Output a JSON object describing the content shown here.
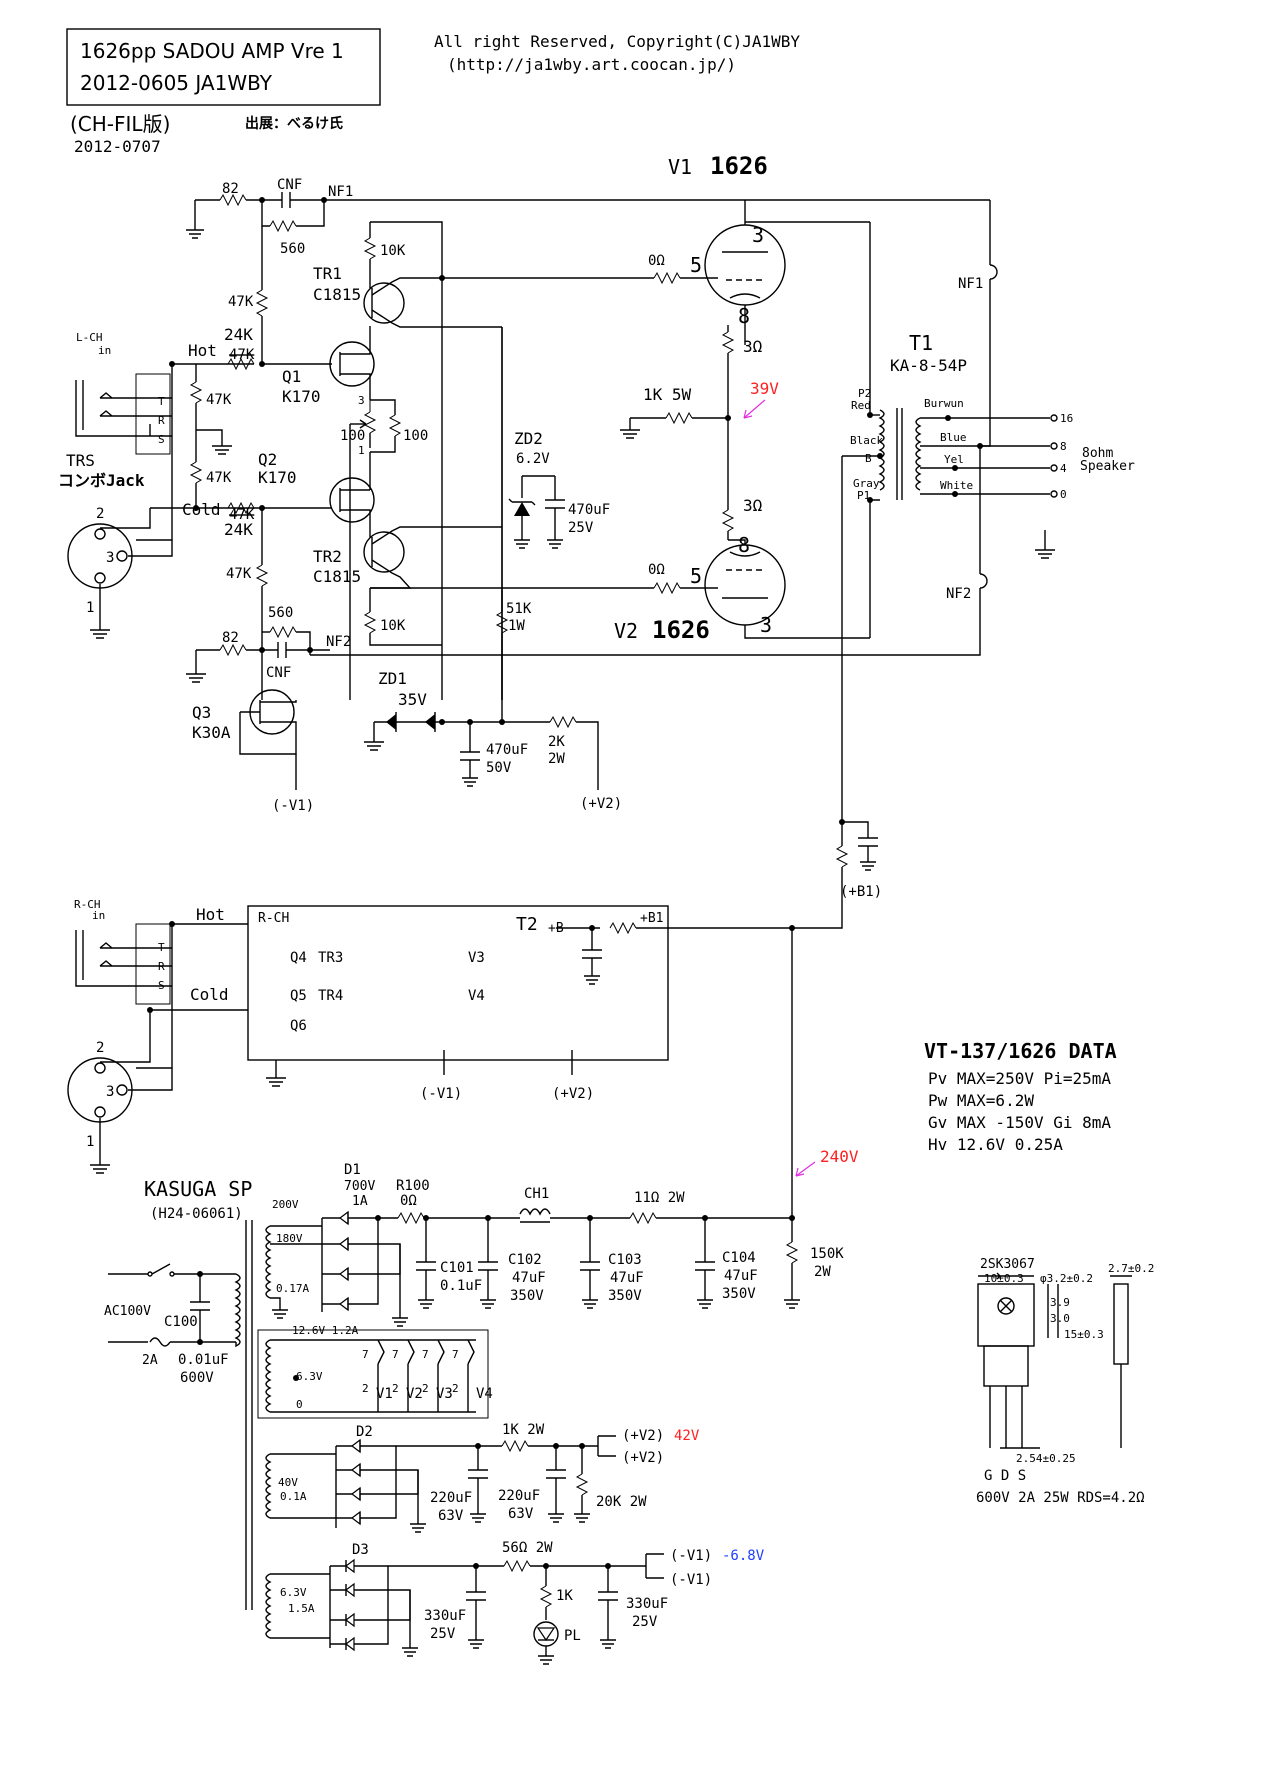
{
  "header": {
    "title_line1": "1626pp SADOU AMP Vre 1",
    "title_line2": "2012-0605 JA1WBY",
    "copyright": "All right Reserved, Copyright(C)JA1WBY",
    "url": "(http://ja1wby.art.coocan.jp/)",
    "variant": "(CH-FIL版)",
    "variant_date": "2012-0707",
    "exhibitor": "出展：べるけ氏"
  },
  "tubes": {
    "v1_label": "V1",
    "v1_type": "1626",
    "v2_label": "V2",
    "v2_type": "1626",
    "pin_plate": "3",
    "pin_grid": "5",
    "pin_cathode": "8"
  },
  "labels": {
    "r82a": "82",
    "cnf_a": "CNF",
    "nf1": "NF1",
    "r560a": "560",
    "r10k_a": "10K",
    "tr1": "TR1",
    "tr1_type": "C1815",
    "r0a": "0Ω",
    "r47k_a": "47K",
    "r24k_a": "24K",
    "r47k_strike_a": "47K",
    "hot": "Hot",
    "lch_in": "L-CH",
    "in_a": "in",
    "q1": "Q1",
    "q1_type": "K170",
    "r47k_b": "47K",
    "r100a": "100",
    "r100b": "100",
    "pin3": "3",
    "pin1": "1",
    "r47k_c": "47K",
    "q2": "Q2",
    "q2_type": "K170",
    "trs_a": "TRS",
    "combo_jack": "コンボJack",
    "cold": "Cold",
    "r47k_strike_b": "47K",
    "r24k_b": "24K",
    "tr2": "TR2",
    "tr2_type": "C1815",
    "r47k_d": "47K",
    "r10k_b": "10K",
    "r560b": "560",
    "r82b": "82",
    "nf2_a": "NF2",
    "cnf_b": "CNF",
    "q3": "Q3",
    "q3_type": "K30A",
    "zd1": "ZD1",
    "zd1_v": "35V",
    "c470_50": "470uF",
    "c470_50v": "50V",
    "r2k": "2K",
    "r2k_w": "2W",
    "mv1_a": "(-V1)",
    "pv2_a": "(+V2)",
    "zd2": "ZD2",
    "zd2_v": "6.2V",
    "c470_25": "470uF",
    "c470_25v": "25V",
    "r51k": "51K",
    "r51k_w": "1W",
    "r3a": "3Ω",
    "r3b": "3Ω",
    "r1k5w": "1K 5W",
    "v39": "39V",
    "r0b": "0Ω",
    "t1": "T1",
    "t1_type": "KA-8-54P",
    "p2": "P2",
    "red": "Red",
    "black": "Black",
    "b": "B",
    "gray": "Gray",
    "p1": "P1",
    "burwun": "Burwun",
    "blue": "Blue",
    "yel": "Yel",
    "white": "White",
    "tap16": "16",
    "tap8": "8",
    "tap4": "4",
    "tap0": "0",
    "speaker1": "8ohm",
    "speaker2": "Speaker",
    "nf1_b": "NF1",
    "nf2_b": "NF2",
    "pb1": "(+B1)",
    "rch_in": "R-CH",
    "in_b": "in",
    "hot_b": "Hot",
    "cold_b": "Cold",
    "t": "T",
    "r": "R",
    "s": "S",
    "jpin2": "2",
    "jpin3": "3",
    "jpin1": "1",
    "rch_box": "R-CH",
    "q4": "Q4",
    "tr3": "TR3",
    "q5": "Q5",
    "tr4": "TR4",
    "q6": "Q6",
    "v3": "V3",
    "v4": "V4",
    "t2": "T2",
    "pb": "+B",
    "pb1b": "+B1",
    "mv1_b": "(-V1)",
    "pv2_b": "(+V2)",
    "v240": "240V",
    "kasuga": "KASUGA SP",
    "kasuga_model": "(H24-06061)",
    "ac100": "AC100V",
    "fuse": "2A",
    "c100": "C100",
    "c100v": "0.01uF",
    "c100w": "600V",
    "v200": "200V",
    "v180": "180V",
    "a017": "0.17A",
    "d1": "D1",
    "d1_v": "700V",
    "d1_a": "1A",
    "r100": "R100",
    "r100v": "0Ω",
    "ch1": "CH1",
    "r11": "11Ω 2W",
    "c101": "C101",
    "c101v": "0.1uF",
    "c102": "C102",
    "c102v": "47uF",
    "c102w": "350V",
    "c103": "C103",
    "c103v": "47uF",
    "c103w": "350V",
    "c104": "C104",
    "c104v": "47uF",
    "c104w": "350V",
    "r150k": "150K",
    "r150k_w": "2W",
    "fil_v": "12.6V 1.2A",
    "fil_ct": "6.3V",
    "fil_0": "0",
    "fv1": "V1",
    "fv2": "V2",
    "fv3": "V3",
    "fv4": "V4",
    "p7": "7",
    "p2b": "2",
    "d2": "D2",
    "v40": "40V",
    "a01": "0.1A",
    "r1k2w": "1K 2W",
    "c220a": "220uF",
    "c220av": "63V",
    "c220b": "220uF",
    "c220bv": "63V",
    "r20k": "20K 2W",
    "pv2_c": "(+V2)",
    "v42": "42V",
    "pv2_d": "(+V2)",
    "d3": "D3",
    "v63": "6.3V",
    "a15": "1.5A",
    "r56": "56Ω 2W",
    "c330a": "330uF",
    "c330av": "25V",
    "r1k": "1K",
    "pl": "PL",
    "c330b": "330uF",
    "c330bv": "25V",
    "mv1_c": "(-V1)",
    "v68": "-6.8V",
    "mv1_d": "(-V1)"
  },
  "tube_data": {
    "title": "VT-137/1626 DATA",
    "line1": "Pv MAX=250V  Pi=25mA",
    "line2": "Pw MAX=6.2W",
    "line3": "Gv MAX -150V Gi 8mA",
    "line4": "Hv 12.6V 0.25A"
  },
  "fet": {
    "part": "2SK3067",
    "dim_w": "10±0.3",
    "dim_hole": "φ3.2±0.2",
    "dim_t": "2.7±0.2",
    "dim_h1": "3.9",
    "dim_h2": "3.0",
    "dim_h3": "15±0.3",
    "pitch": "2.54±0.25",
    "pins": "G D S",
    "spec": "600V 2A 25W RDS=4.2Ω"
  },
  "colors": {
    "annot_red": "#ff2020",
    "annot_blue": "#2040ff",
    "arrow_magenta": "#e030e0",
    "ink": "#000000"
  }
}
